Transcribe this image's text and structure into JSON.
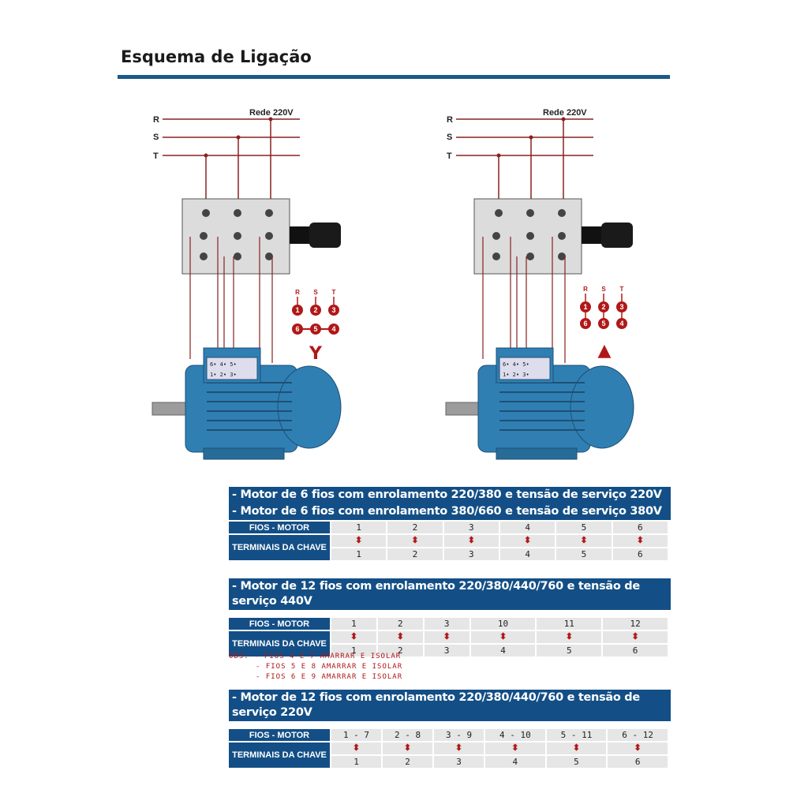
{
  "page_title": "Esquema de Ligação",
  "diagram": {
    "lines": [
      "R",
      "S",
      "T"
    ],
    "network_label": "Rede 220V",
    "left_bubbles_top": [
      "R",
      "S",
      "T"
    ],
    "left_bubbles_nums_top": [
      "1",
      "2",
      "3"
    ],
    "left_bubbles_nums_bottom": [
      "6",
      "5",
      "4"
    ],
    "left_symbol": "Y",
    "right_bubbles_top": [
      "R",
      "S",
      "T"
    ],
    "right_bubbles_nums_top": [
      "1",
      "2",
      "3"
    ],
    "right_bubbles_nums_bottom": [
      "6",
      "5",
      "4"
    ],
    "right_symbol": "▲",
    "accent_red": "#b01818",
    "motor_blue": "#2f7fb3"
  },
  "section1": {
    "header_line1": "- Motor de 6 fios com enrolamento 220/380 e tensão de serviço 220V",
    "header_line2": "- Motor de 6 fios com enrolamento 380/660 e tensão de serviço 380V",
    "row_label_fios": "FIOS - MOTOR",
    "row_label_term": "TERMINAIS DA CHAVE",
    "fios": [
      "1",
      "2",
      "3",
      "4",
      "5",
      "6"
    ],
    "terminais": [
      "1",
      "2",
      "3",
      "4",
      "5",
      "6"
    ]
  },
  "section2": {
    "header": "- Motor de 12 fios com enrolamento 220/380/440/760 e tensão de serviço 440V",
    "row_label_fios": "FIOS - MOTOR",
    "row_label_term": "TERMINAIS DA CHAVE",
    "fios": [
      "1",
      "2",
      "3",
      "10",
      "11",
      "12"
    ],
    "terminais": [
      "1",
      "2",
      "3",
      "4",
      "5",
      "6"
    ],
    "obs": [
      "Obs: - Fios 4 e 7 amarrar e isolar",
      "- Fios 5 e 8 amarrar e isolar",
      "- Fios 6 e 9 amarrar e isolar"
    ]
  },
  "section3": {
    "header": "- Motor de 12 fios com enrolamento 220/380/440/760 e tensão de serviço 220V",
    "row_label_fios": "FIOS - MOTOR",
    "row_label_term": "TERMINAIS DA CHAVE",
    "fios": [
      "1 - 7",
      "2 - 8",
      "3 - 9",
      "4 - 10",
      "5 - 11",
      "6 - 12"
    ],
    "terminais": [
      "1",
      "2",
      "3",
      "4",
      "5",
      "6"
    ]
  },
  "arrow_glyph": "⬍"
}
